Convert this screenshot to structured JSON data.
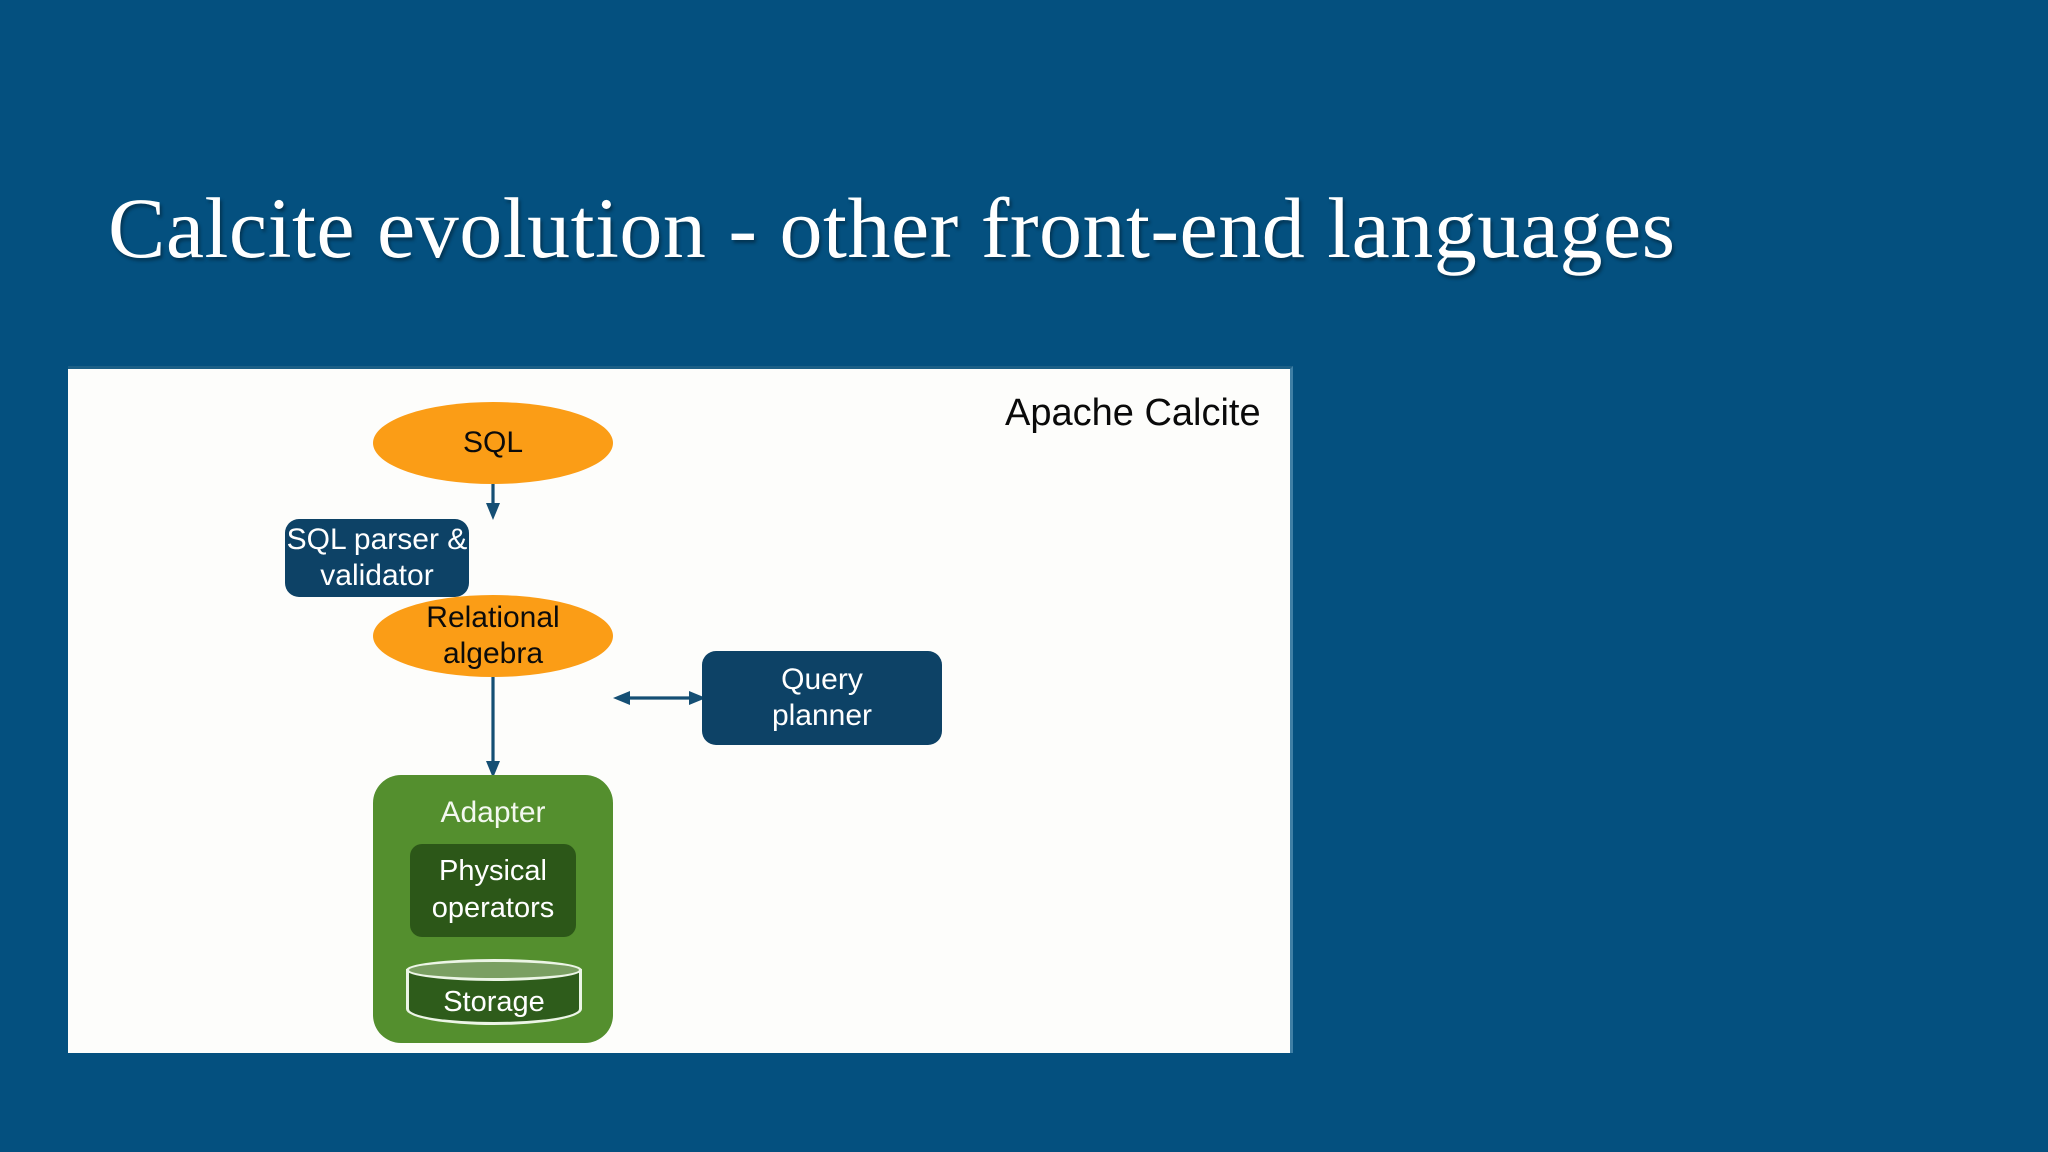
{
  "slide": {
    "title": "Calcite evolution - other front-end languages",
    "background_color": "#04507f",
    "title_color": "#ffffff"
  },
  "diagram": {
    "caption": "Apache Calcite",
    "panel_background": "#fdfdfb",
    "colors": {
      "orange": "#fb9d16",
      "dark_blue": "#0d4266",
      "green": "#548f2e",
      "dark_green": "#2c5718",
      "arrow": "#154f74"
    },
    "nodes": {
      "sql": {
        "label": "SQL",
        "shape": "ellipse",
        "fill": "#fb9d16"
      },
      "sql_parser": {
        "label_line1": "SQL parser &",
        "label_line2": "validator",
        "shape": "rounded-rect",
        "fill": "#0d4266"
      },
      "relational_algebra": {
        "label_line1": "Relational",
        "label_line2": "algebra",
        "shape": "ellipse",
        "fill": "#fb9d16"
      },
      "query_planner": {
        "label_line1": "Query",
        "label_line2": "planner",
        "shape": "rounded-rect",
        "fill": "#0d4266"
      },
      "adapter": {
        "label": "Adapter",
        "shape": "rounded-rect",
        "fill": "#548f2e"
      },
      "physical_operators": {
        "label_line1": "Physical",
        "label_line2": "operators",
        "shape": "rounded-rect",
        "fill": "#2c5718"
      },
      "storage": {
        "label": "Storage",
        "shape": "cylinder",
        "fill": "#2e5c1b"
      }
    },
    "edges": [
      {
        "from": "sql",
        "to": "sql_parser",
        "style": "arrow-down"
      },
      {
        "from": "sql_parser",
        "to": "relational_algebra",
        "style": "arrow-down"
      },
      {
        "from": "relational_algebra",
        "to": "query_planner",
        "style": "arrow-double-horizontal"
      },
      {
        "from": "relational_algebra",
        "to": "adapter",
        "style": "arrow-down"
      }
    ]
  }
}
